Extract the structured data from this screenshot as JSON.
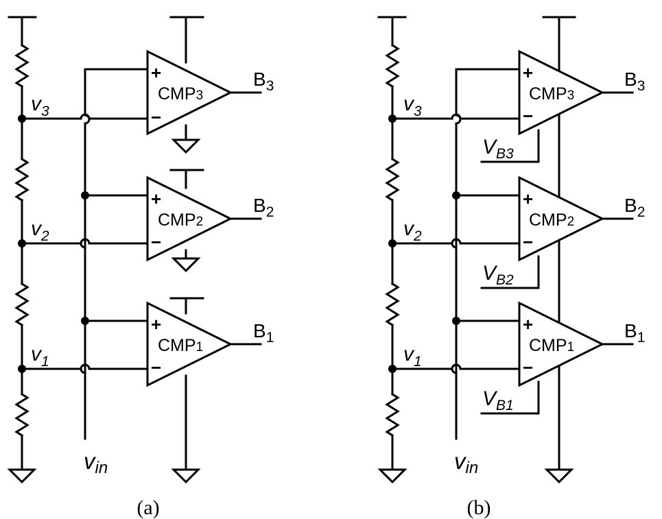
{
  "panels": {
    "a": {
      "caption": "(a)",
      "vin": {
        "main": "v",
        "sub": "in"
      },
      "taps": [
        {
          "main": "v",
          "sub": "3"
        },
        {
          "main": "v",
          "sub": "2"
        },
        {
          "main": "v",
          "sub": "1"
        }
      ],
      "comparators": [
        {
          "name": "CMP",
          "num": "3",
          "out_main": "B",
          "out_sub": "3",
          "plus": "+",
          "minus": "−"
        },
        {
          "name": "CMP",
          "num": "2",
          "out_main": "B",
          "out_sub": "2",
          "plus": "+",
          "minus": "−"
        },
        {
          "name": "CMP",
          "num": "1",
          "out_main": "B",
          "out_sub": "1",
          "plus": "+",
          "minus": "−"
        }
      ]
    },
    "b": {
      "caption": "(b)",
      "vin": {
        "main": "v",
        "sub": "in"
      },
      "taps": [
        {
          "main": "v",
          "sub": "3"
        },
        {
          "main": "v",
          "sub": "2"
        },
        {
          "main": "v",
          "sub": "1"
        }
      ],
      "comparators": [
        {
          "name": "CMP",
          "num": "3",
          "out_main": "B",
          "out_sub": "3",
          "plus": "+",
          "minus": "−"
        },
        {
          "name": "CMP",
          "num": "2",
          "out_main": "B",
          "out_sub": "2",
          "plus": "+",
          "minus": "−"
        },
        {
          "name": "CMP",
          "num": "1",
          "out_main": "B",
          "out_sub": "1",
          "plus": "+",
          "minus": "−"
        }
      ],
      "bias": [
        {
          "main": "V",
          "sub": "B3"
        },
        {
          "main": "V",
          "sub": "B2"
        },
        {
          "main": "V",
          "sub": "B1"
        }
      ]
    }
  }
}
